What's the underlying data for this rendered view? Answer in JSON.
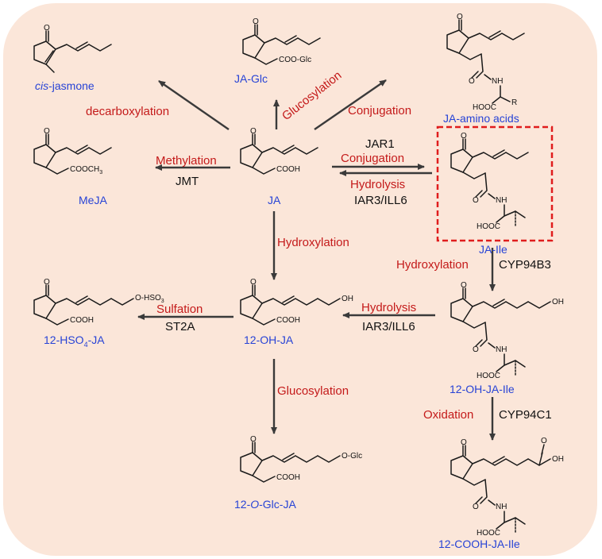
{
  "colors": {
    "background_panel": "#fbe6d9",
    "compound_label": "#2743d6",
    "reaction_label": "#c41a1a",
    "enzyme_label": "#111111",
    "highlight_box": "#e01d1d"
  },
  "compounds": {
    "cis_jasmone": {
      "prefix": "cis",
      "suffix": "-jasmone"
    },
    "ja_glc": "JA-Glc",
    "ja_amino_acids": "JA-amino acids",
    "meja": "MeJA",
    "ja": "JA",
    "ja_ile": "JA-Ile",
    "hso4_ja": {
      "part1": "12-HSO",
      "sub": "4",
      "part2": "-JA"
    },
    "oh_ja": "12-OH-JA",
    "oh_ja_ile": "12-OH-JA-Ile",
    "oglc_ja": {
      "part1": "12-",
      "italic": "O",
      "part2": "-Glc-JA"
    },
    "cooh_ja_ile": "12-COOH-JA-Ile"
  },
  "reactions": {
    "decarboxylation": "decarboxylation",
    "glucosylation_top": "Glucosylation",
    "conjugation_top": "Conjugation",
    "methylation": "Methylation",
    "conjugation_mid": "Conjugation",
    "hydrolysis_mid": "Hydrolysis",
    "hydroxylation_center": "Hydroxylation",
    "hydroxylation_right": "Hydroxylation",
    "sulfation": "Sulfation",
    "hydrolysis_lower": "Hydrolysis",
    "glucosylation_bottom": "Glucosylation",
    "oxidation": "Oxidation"
  },
  "enzymes": {
    "jmt": "JMT",
    "jar1": "JAR1",
    "iar3_ill6_mid": "IAR3/ILL6",
    "cyp94b3": "CYP94B3",
    "st2a": "ST2A",
    "iar3_ill6_lower": "IAR3/ILL6",
    "cyp94c1": "CYP94C1"
  },
  "atoms": {
    "oxo": "O",
    "methyl": "CH",
    "methyl_sub": "3",
    "cooglc": "COO-Glc",
    "cooh": "COOH",
    "hooc": "HOOC",
    "nh": "NH",
    "r": "R",
    "oh": "OH",
    "ohso3_prefix": "O-HSO",
    "ohso3_sub": "3",
    "oglc": "O-Glc",
    "coo": "COO",
    "coo_sub": "CH3"
  }
}
